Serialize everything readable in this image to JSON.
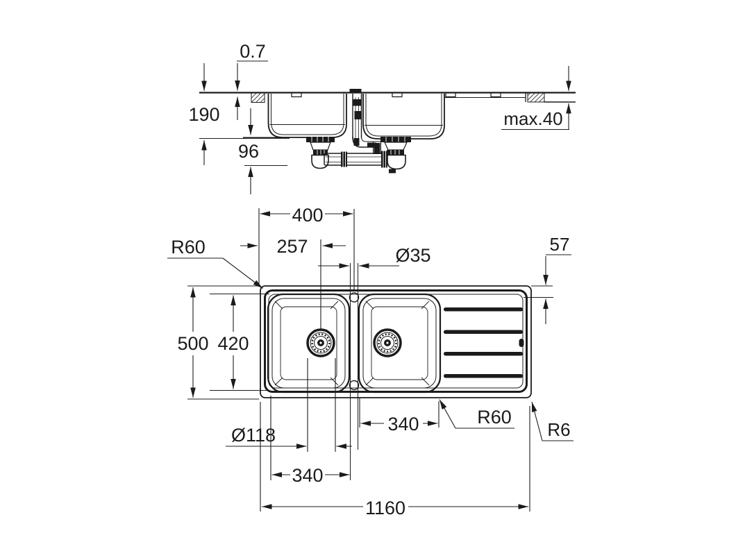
{
  "colors": {
    "background": "#ffffff",
    "line": "#1b1b1b"
  },
  "section_view": {
    "description": "side section of double-bowl sink with drain assembly",
    "dimensions": {
      "rim_profile_height": "0.7",
      "bowl_depth": "190",
      "drain_clearance": "96",
      "countertop_thickness": "max.40"
    }
  },
  "plan_view": {
    "description": "top view of double-bowl sink with right drainboard",
    "dimensions": {
      "edge_to_centerline": "400",
      "edge_to_drain_center": "257",
      "tap_hole_diameter": "Ø35",
      "edge_to_drainboard_recess": "57",
      "bowl_corner_radius_top": "R60",
      "overall_depth": "500",
      "bowl_opening_depth": "420",
      "drain_flange_diameter": "Ø118",
      "left_bowl_width": "340",
      "right_bowl_width": "340",
      "bowl_corner_radius_bottom": "R60",
      "outer_corner_radius": "R6",
      "overall_length": "1160"
    }
  }
}
